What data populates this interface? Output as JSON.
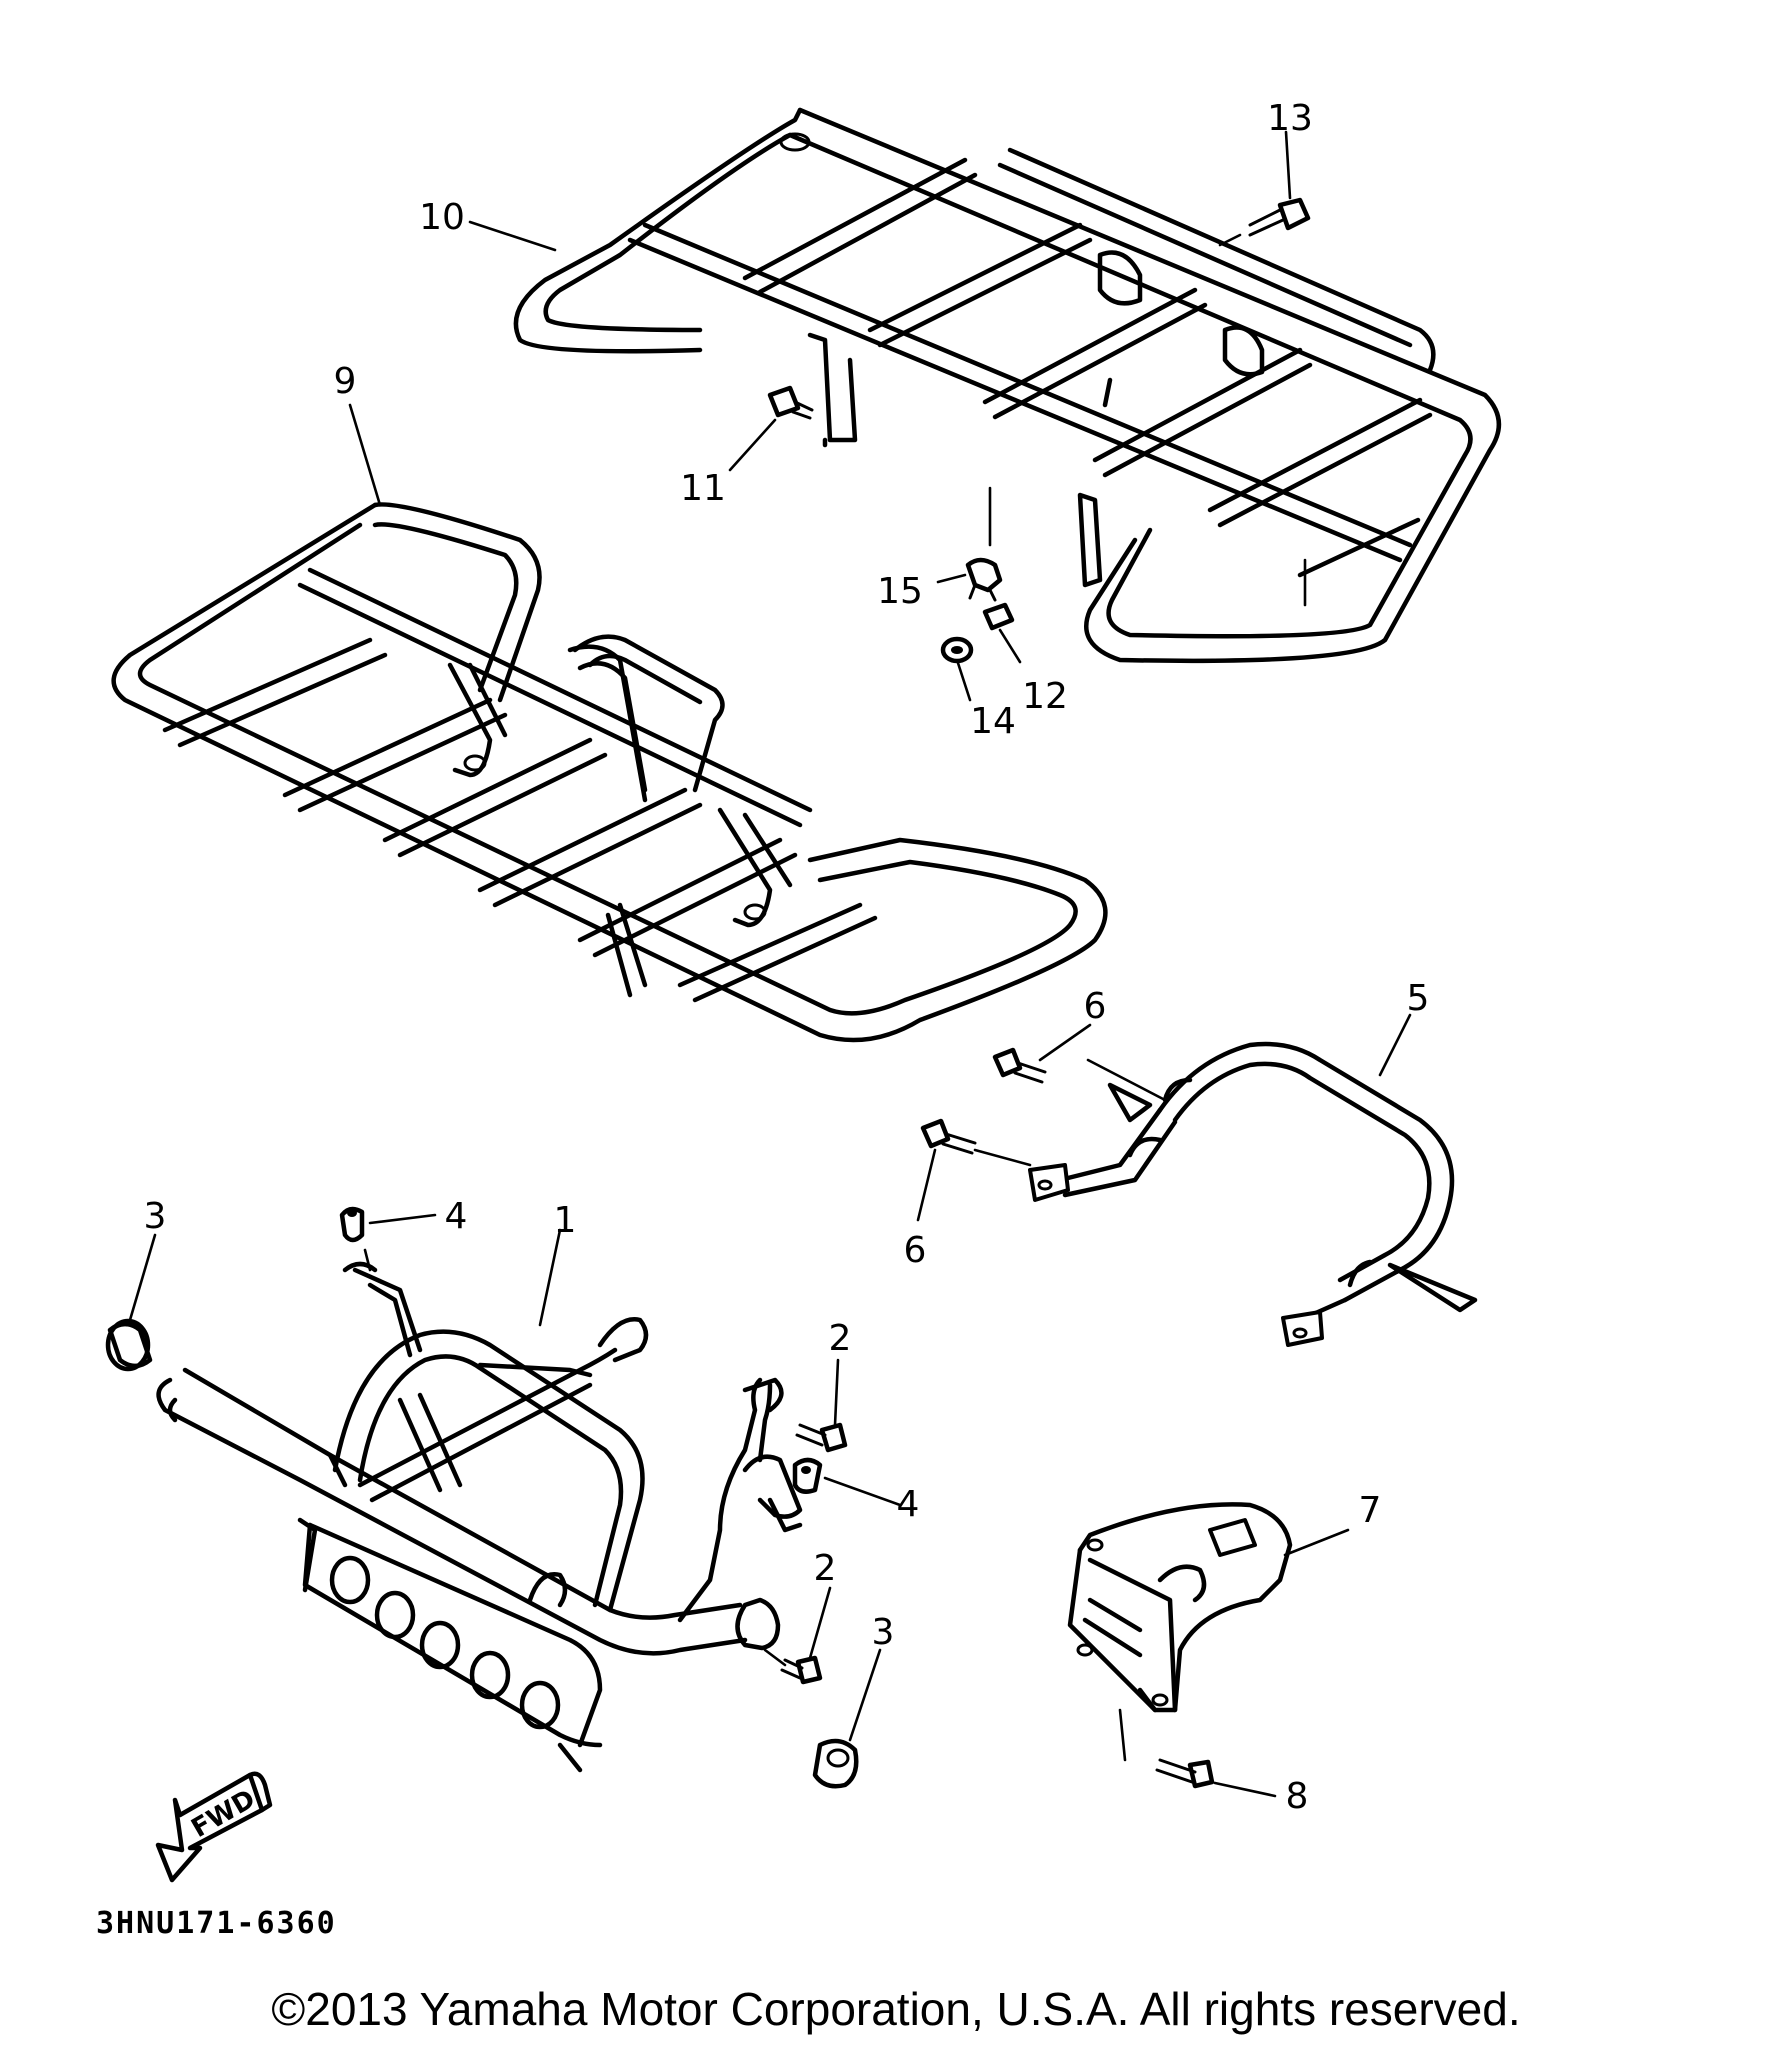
{
  "callouts": [
    "1",
    "2",
    "2",
    "3",
    "3",
    "4",
    "4",
    "5",
    "6",
    "6",
    "7",
    "8",
    "9",
    "10",
    "11",
    "12",
    "13",
    "14",
    "15"
  ],
  "fwd_label": "FWD",
  "part_code": "3HNU171-6360",
  "copyright": "©2013 Yamaha Motor Corporation, U.S.A. All rights reserved."
}
